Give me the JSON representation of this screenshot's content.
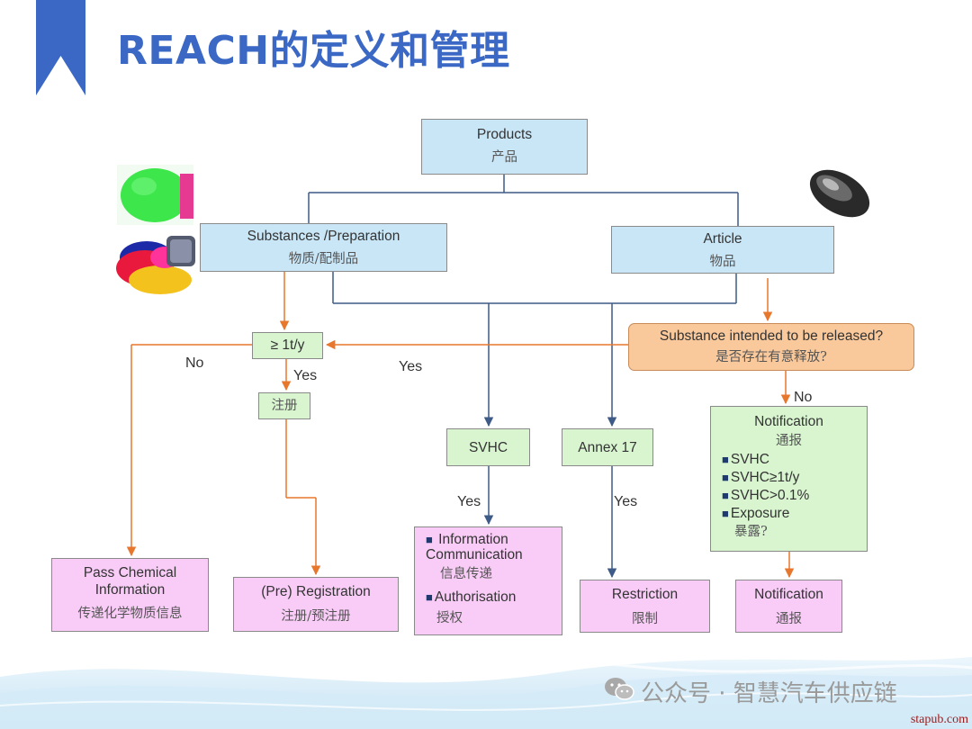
{
  "header": {
    "title": "REACH的定义和管理"
  },
  "nodes": {
    "products": {
      "en": "Products",
      "zh": "产品"
    },
    "substances": {
      "en": "Substances /Preparation",
      "zh": "物质/配制品"
    },
    "article": {
      "en": "Article",
      "zh": "物品"
    },
    "threshold": {
      "en": "≥ 1t/y"
    },
    "released": {
      "en": "Substance intended to be released?",
      "zh": "是否存在有意释放?"
    },
    "register": {
      "zh": "注册"
    },
    "svhc": {
      "en": "SVHC"
    },
    "annex17": {
      "en": "Annex 17"
    },
    "notification_box": {
      "title": "Notification",
      "zh": "通报",
      "items": [
        "SVHC",
        "SVHC≥1t/y",
        "SVHC>0.1%",
        "Exposure"
      ],
      "exposure_zh": "暴露?"
    },
    "pass_info": {
      "en_line1": "Pass Chemical",
      "en_line2": "Information",
      "zh": "传递化学物质信息"
    },
    "registration": {
      "en": "(Pre) Registration",
      "zh": "注册/预注册"
    },
    "info_comm": {
      "item1_line1": "Information",
      "item1_line2": "Communication",
      "item1_zh": "信息传递",
      "item2": "Authorisation",
      "item2_zh": "授权"
    },
    "restriction": {
      "en": "Restriction",
      "zh": "限制"
    },
    "notification_final": {
      "en": "Notification",
      "zh": "通报"
    }
  },
  "edge_labels": {
    "no_left": "No",
    "yes_threshold": "Yes",
    "yes_middle": "Yes",
    "no_released": "No",
    "yes_svhc": "Yes",
    "yes_annex": "Yes"
  },
  "footer": {
    "wechat_icon": "wechat-icon",
    "account": "公众号 · 智慧汽车供应链",
    "site": "stapub.com"
  },
  "colors": {
    "title": "#3a68c4",
    "box_blue": "#c9e6f7",
    "box_green": "#d8f5d0",
    "box_pink": "#f8ccf6",
    "box_orange": "#f9c89b",
    "arrow_orange": "#e8772e",
    "arrow_blue": "#3e5a86"
  }
}
